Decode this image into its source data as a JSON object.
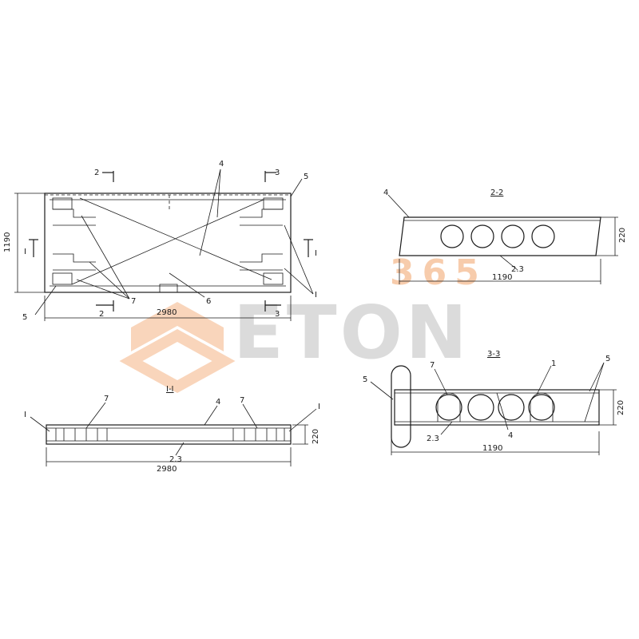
{
  "plan": {
    "width_dim": "2980",
    "height_dim": "1190",
    "section_2_top": "2",
    "section_2_bottom": "2",
    "section_3_top": "3",
    "section_3_bottom": "3",
    "section_I_left": "I",
    "section_I_right": "I",
    "callout_4": "4",
    "callout_5_top": "5",
    "callout_5_bottom": "5",
    "callout_6": "6",
    "callout_7": "7",
    "callout_1": "I"
  },
  "section_I_I": {
    "title": "I-I",
    "length_dim": "2980",
    "height_dim": "220",
    "callout_1_left": "I",
    "callout_1_right": "I",
    "callout_7_left": "7",
    "callout_7_right": "7",
    "callout_4": "4",
    "callout_23": "2.3"
  },
  "section_2_2": {
    "title": "2-2",
    "width_dim": "1190",
    "height_dim": "220",
    "callout_4": "4",
    "callout_23": "2.3"
  },
  "section_3_3": {
    "title": "3-3",
    "width_dim": "1190",
    "height_dim": "220",
    "callout_5_left": "5",
    "callout_5_right": "5",
    "callout_7": "7",
    "callout_1": "1",
    "callout_4": "4",
    "callout_23": "2.3"
  },
  "watermark": {
    "number": "365",
    "word": "ETON",
    "accent_color": "#f2a46a",
    "gray_color": "#9a9a9a"
  }
}
